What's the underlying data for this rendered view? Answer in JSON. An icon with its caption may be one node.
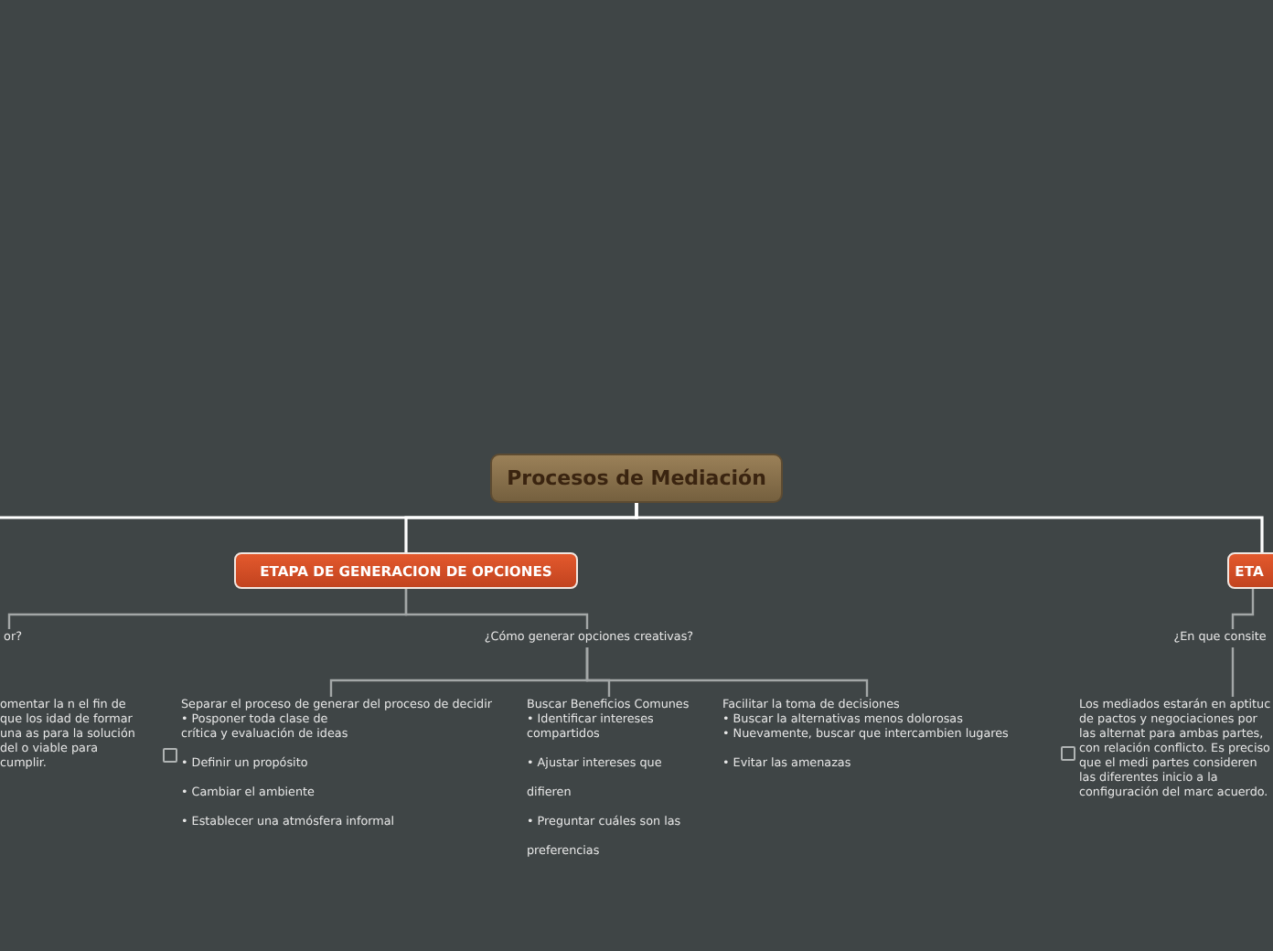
{
  "diagram": {
    "nodes": [
      {
        "text": [
          "Procesos de Mediación"
        ]
      },
      {
        "text": [
          "ETAPA DE GENERACION DE OPCIONES"
        ]
      },
      {
        "text": [
          "ETA"
        ]
      },
      {
        "text": [
          "or?"
        ]
      },
      {
        "text": [
          "¿Cómo generar opciones creativas?"
        ]
      },
      {
        "text": [
          "omentar la n el fin de que los idad de formar una as para la solución del o viable para cumplir."
        ]
      },
      {
        "text": [
          "Separar el proceso de generar del proceso de decidir",
          "• Posponer toda clase de crítica y evaluación de ideas",
          "• Definir un propósito",
          "• Cambiar el ambiente",
          "• Establecer una atmósfera informal"
        ]
      },
      {
        "text": [
          "Buscar Beneficios Comunes",
          "• Identificar intereses compartidos",
          "• Ajustar intereses que",
          "difieren",
          "• Preguntar cuáles son las",
          "preferencias"
        ]
      },
      {
        "text": [
          "Facilitar la toma de decisiones",
          "• Buscar la alternativas menos dolorosas",
          "• Nuevamente, buscar que intercambien lugares",
          "• Evitar las amenazas"
        ]
      },
      {
        "text": [
          "¿En que consite"
        ]
      },
      {
        "text": [
          "Los mediados estarán en aptituc de pactos y negociaciones por las alternat para ambas partes, con relación conflicto. Es preciso que el medi partes consideren las diferentes inicio a la configuración del marc acuerdo."
        ]
      }
    ],
    "edges": [
      {
        "from": 0,
        "to": 1,
        "arrow": "none",
        "color": "#ffffff"
      },
      {
        "from": 0,
        "to": 2,
        "arrow": "none",
        "color": "#ffffff"
      },
      {
        "from": 0,
        "to": null,
        "arrow": "none",
        "color": "#ffffff"
      },
      {
        "from": 1,
        "to": 3,
        "arrow": "none"
      },
      {
        "from": 1,
        "to": 4,
        "arrow": "none"
      },
      {
        "from": 4,
        "to": 6,
        "arrow": "none"
      },
      {
        "from": 4,
        "to": 7,
        "arrow": "none"
      },
      {
        "from": 4,
        "to": 8,
        "arrow": "none"
      },
      {
        "from": 2,
        "to": 9,
        "arrow": "none"
      },
      {
        "from": 9,
        "to": 10,
        "arrow": "none"
      }
    ]
  }
}
